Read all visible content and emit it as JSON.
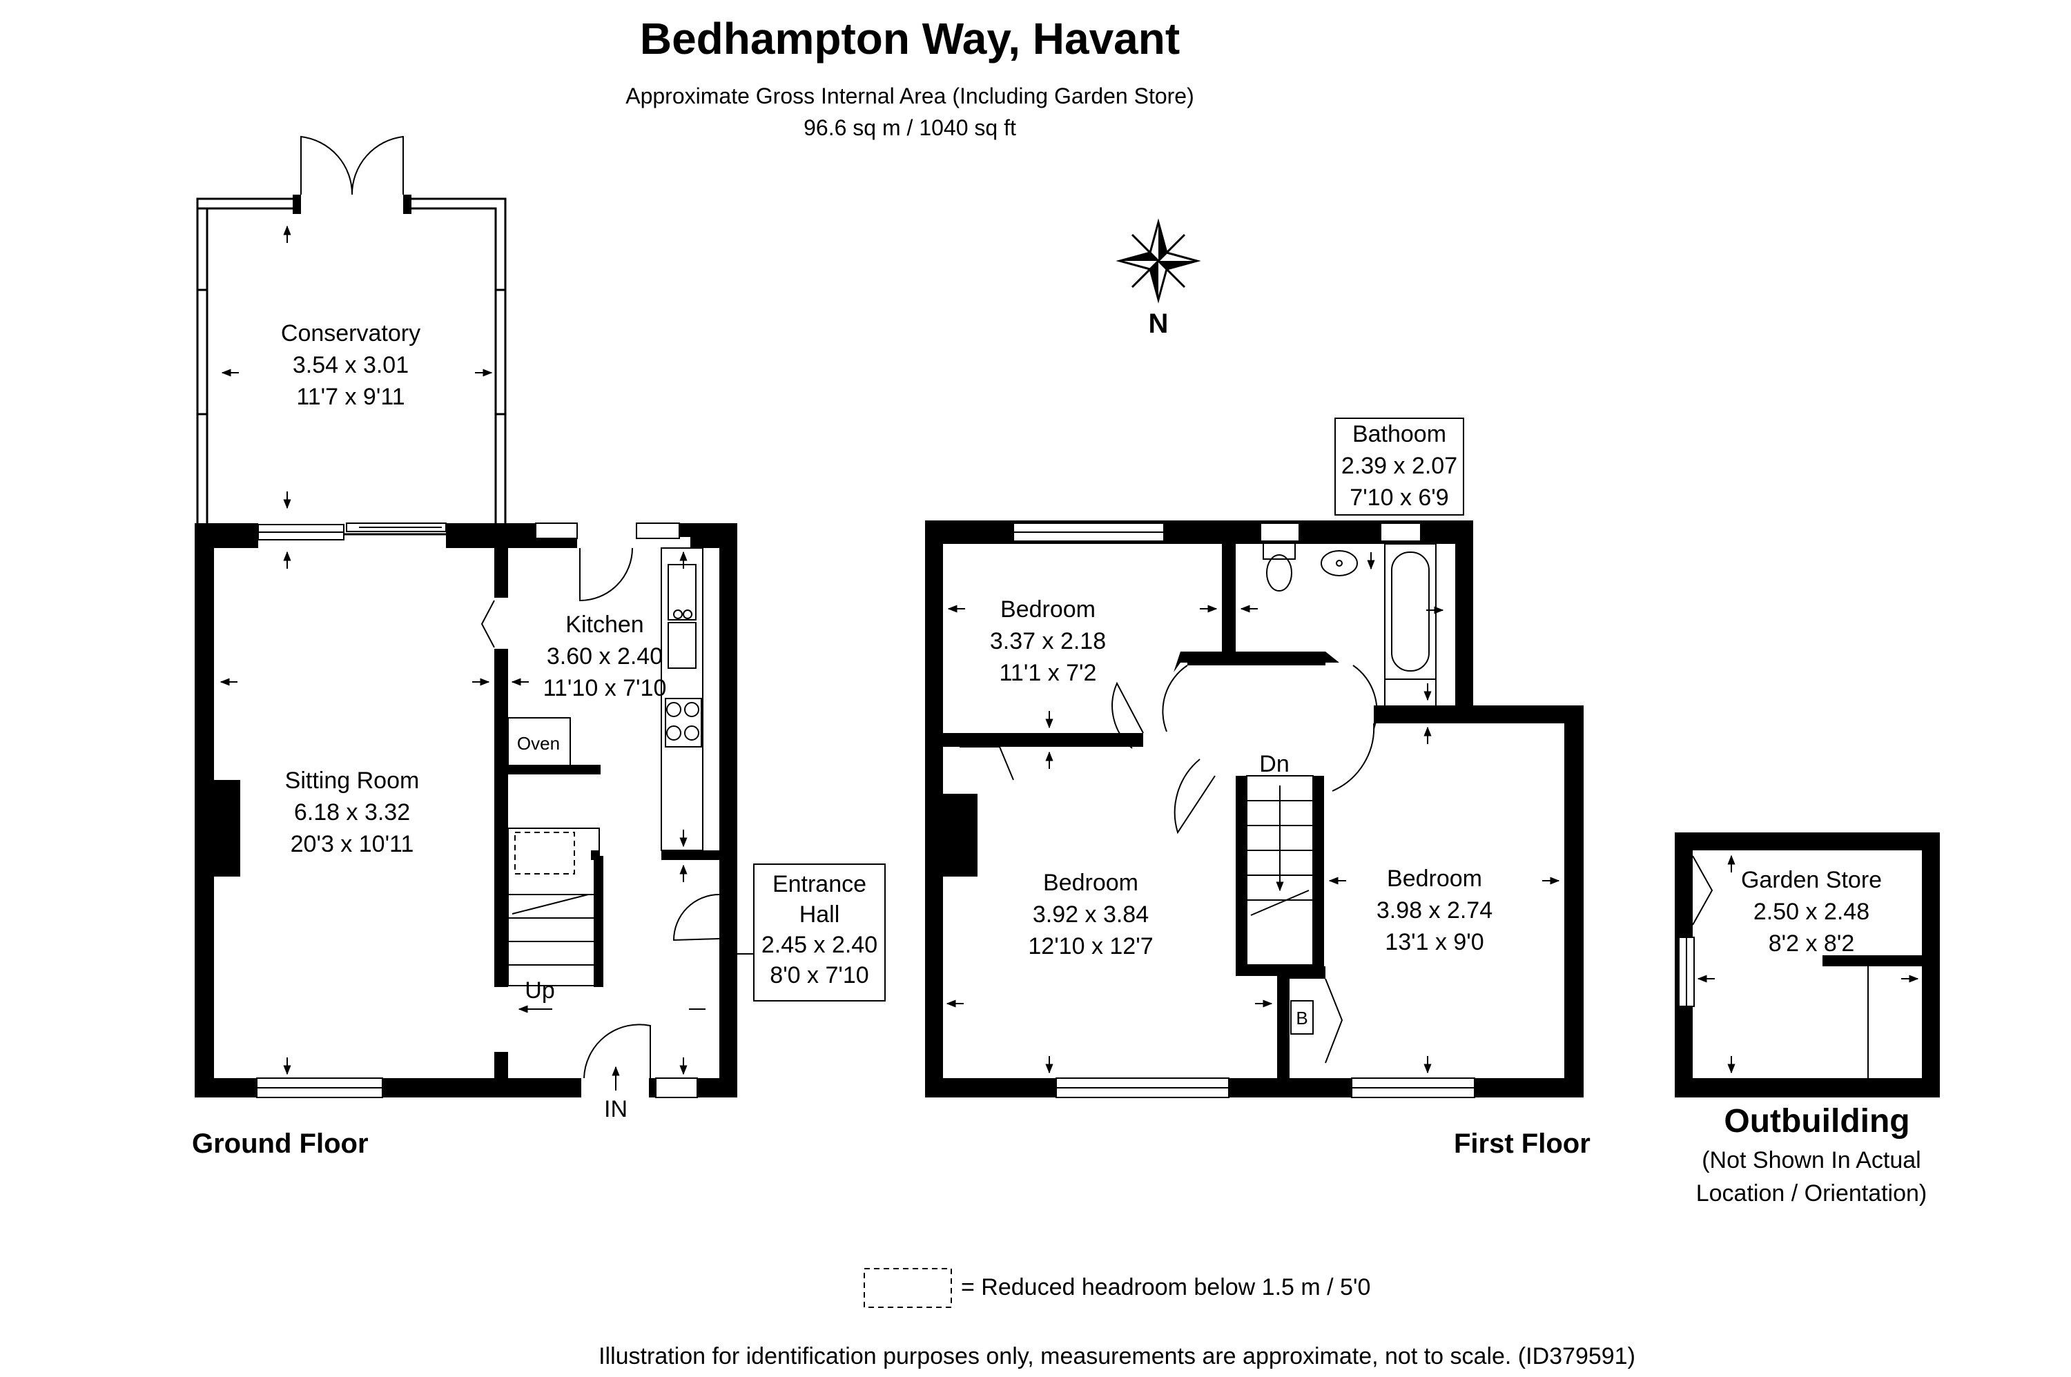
{
  "header": {
    "title": "Bedhampton Way, Havant",
    "area_caption": "Approximate Gross Internal Area (Including Garden Store)",
    "area_value": "96.6 sq m / 1040 sq ft"
  },
  "compass": {
    "label": "N"
  },
  "ground_floor": {
    "label": "Ground Floor",
    "conservatory": {
      "name": "Conservatory",
      "metric": "3.54 x 3.01",
      "imperial": "11'7 x 9'11"
    },
    "kitchen": {
      "name": "Kitchen",
      "metric": "3.60 x 2.40",
      "imperial": "11'10 x 7'10"
    },
    "sitting_room": {
      "name": "Sitting Room",
      "metric": "6.18 x 3.32",
      "imperial": "20'3 x 10'11"
    },
    "entrance_hall": {
      "name_line1": "Entrance",
      "name_line2": "Hall",
      "metric": "2.45 x 2.40",
      "imperial": "8'0 x 7'10"
    },
    "oven_label": "Oven",
    "stairs_label": "Up",
    "entry_label": "IN"
  },
  "first_floor": {
    "label": "First Floor",
    "bathroom": {
      "name": "Bathoom",
      "metric": "2.39 x 2.07",
      "imperial": "7'10 x 6'9"
    },
    "bedroom_small": {
      "name": "Bedroom",
      "metric": "3.37 x 2.18",
      "imperial": "11'1 x 7'2"
    },
    "bedroom_left": {
      "name": "Bedroom",
      "metric": "3.92 x 3.84",
      "imperial": "12'10 x 12'7"
    },
    "bedroom_right": {
      "name": "Bedroom",
      "metric": "3.98 x 2.74",
      "imperial": "13'1 x 9'0"
    },
    "stairs_label": "Dn",
    "boiler_label": "B"
  },
  "outbuilding": {
    "title": "Outbuilding",
    "note_line1": "(Not Shown In Actual",
    "note_line2": "Location / Orientation)",
    "garden_store": {
      "name": "Garden Store",
      "metric": "2.50 x 2.48",
      "imperial": "8'2 x 8'2"
    }
  },
  "legend": {
    "text": "=  Reduced headroom below 1.5 m / 5'0"
  },
  "footer": {
    "disclaimer": "Illustration for identification purposes only, measurements are approximate, not to scale. (ID379591)"
  }
}
